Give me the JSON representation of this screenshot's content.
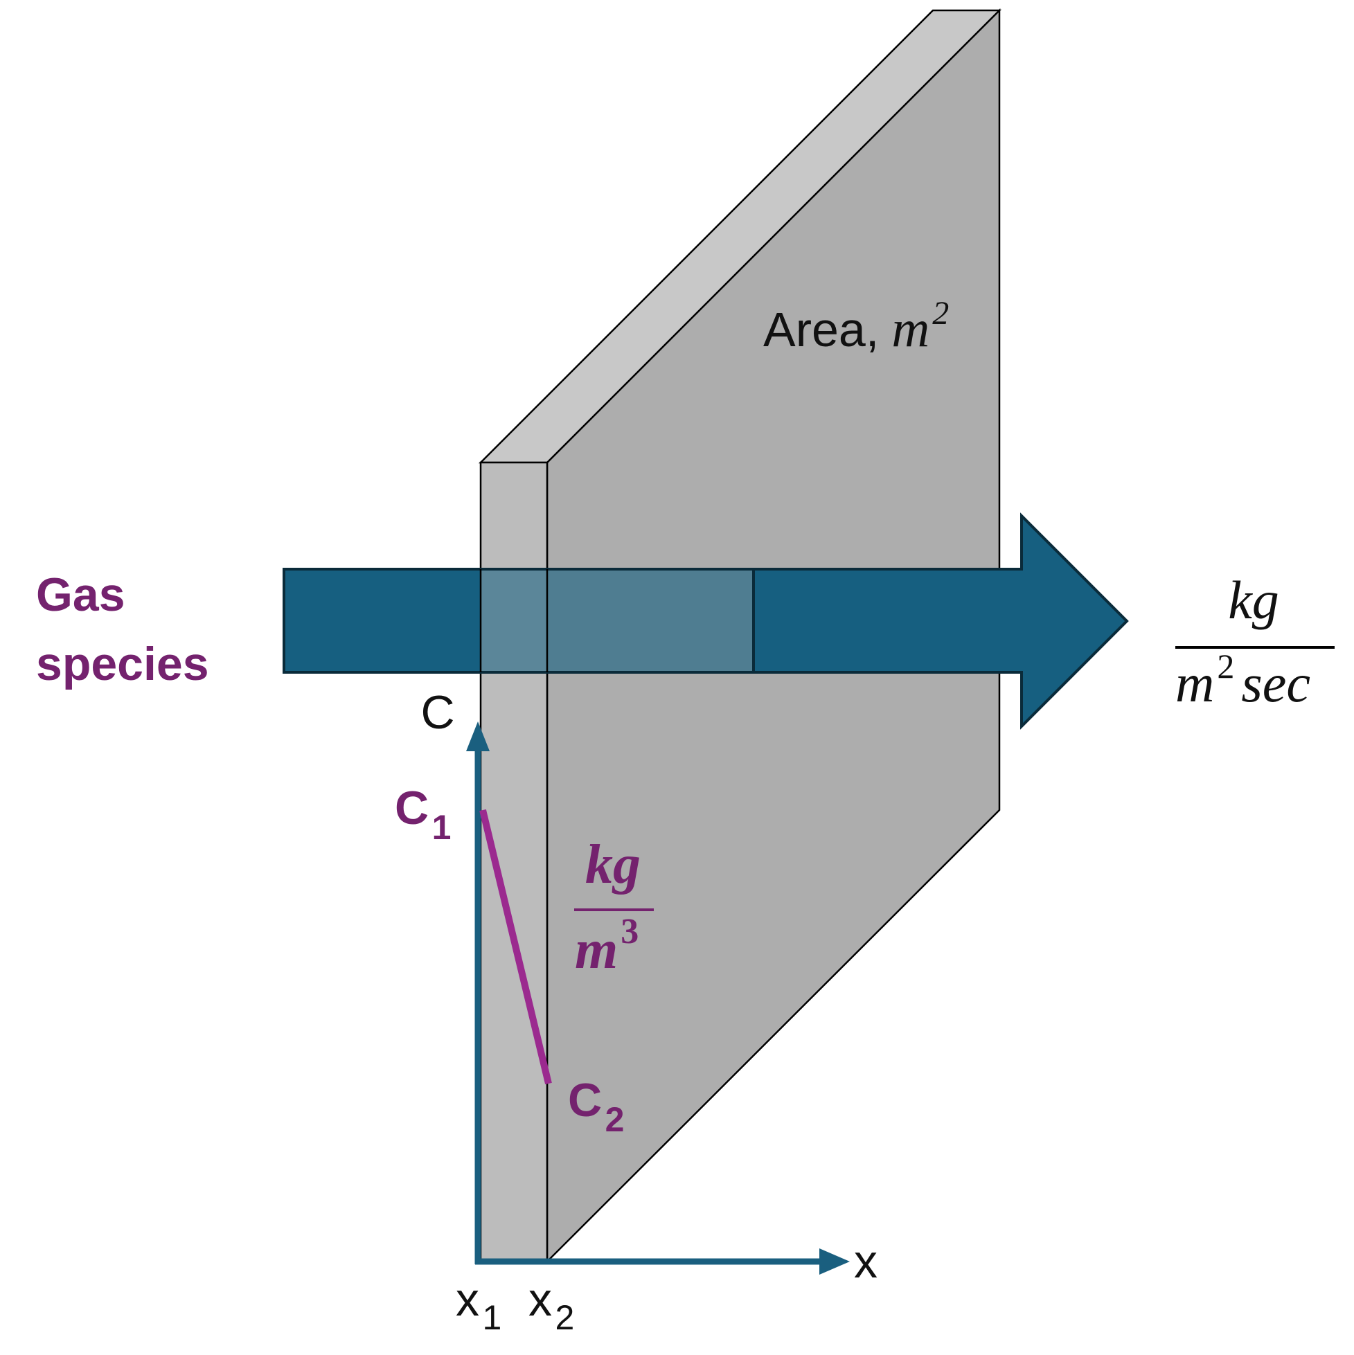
{
  "labels": {
    "area_prefix": "Area,",
    "area_unit_var": "m",
    "area_unit_exp": "2",
    "gas_line1": "Gas",
    "gas_line2": "species",
    "flux_numerator": "kg",
    "flux_denominator_var": "m",
    "flux_denominator_exp": "2",
    "flux_denominator_rest": "sec",
    "conc_numerator": "kg",
    "conc_denominator_var": "m",
    "conc_denominator_exp": "3",
    "axis_c": "C",
    "axis_x": "x",
    "c1_main": "C",
    "c1_sub": "1",
    "c2_main": "C",
    "c2_sub": "2",
    "x1_main": "x",
    "x1_sub": "1",
    "x2_main": "x",
    "x2_sub": "2"
  },
  "colors": {
    "slab_front": "#bcbcbc",
    "slab_face": "#adadad",
    "slab_top": "#c8c8c8",
    "arrow": "#165f80",
    "axis": "#1a5f7f",
    "gradient_line": "#9b2a8f",
    "purple_text": "#74226e"
  }
}
